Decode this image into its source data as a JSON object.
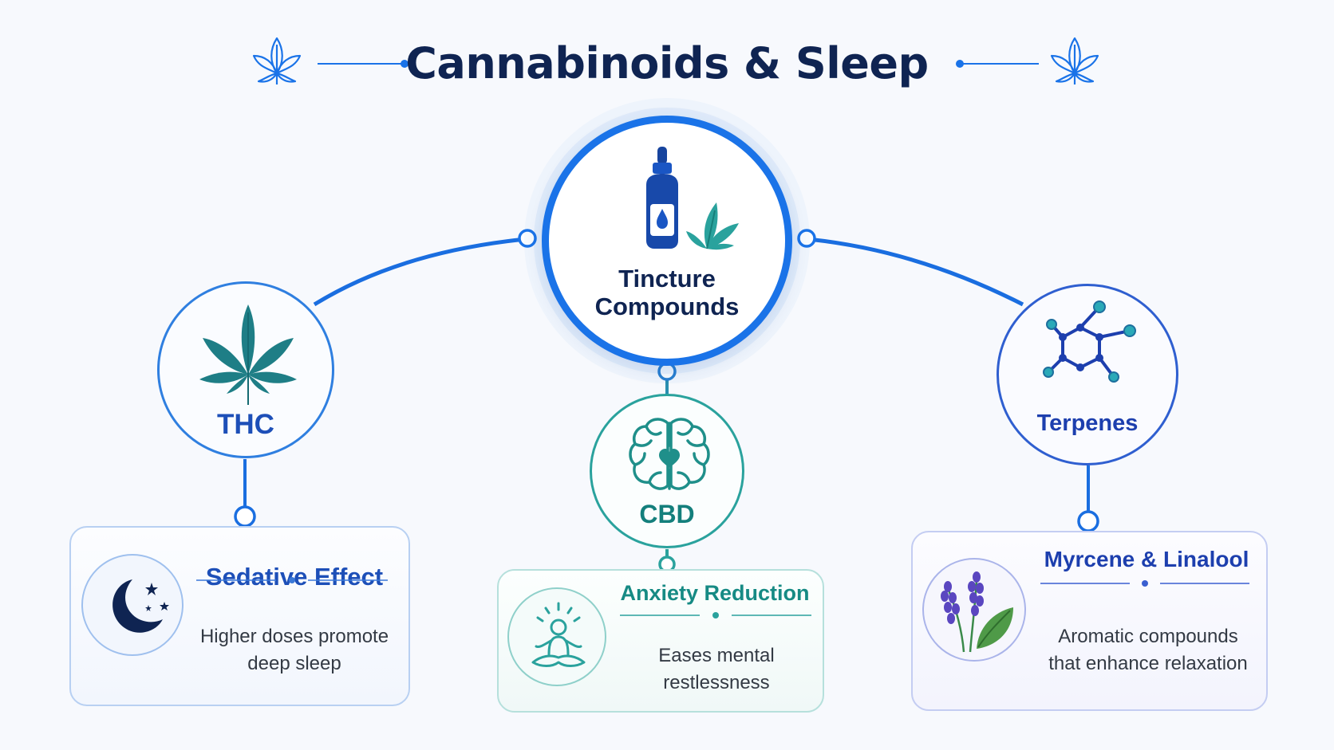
{
  "header": {
    "title": "Cannabinoids & Sleep",
    "accent_color": "#1a73e8",
    "title_color": "#0f2452",
    "left_icon": "cannabis-leaf-icon",
    "right_icon": "cannabis-leaf-icon"
  },
  "hub": {
    "label": "Tincture Compounds",
    "icon": "tincture-bottle-icon",
    "border_color": "#1a73e8"
  },
  "compounds": {
    "thc": {
      "label": "THC",
      "icon": "cannabis-leaf-icon",
      "color": "#2f7fe0"
    },
    "cbd": {
      "label": "CBD",
      "icon": "brain-heart-icon",
      "color": "#2aa29d"
    },
    "terpenes": {
      "label": "Terpenes",
      "icon": "molecule-icon",
      "color": "#2f5fd0"
    }
  },
  "effects": {
    "sedative": {
      "title": "Sedative Effect",
      "description": "Higher doses promote deep sleep",
      "icon": "moon-stars-icon"
    },
    "anxiety": {
      "title": "Anxiety Reduction",
      "description": "Eases mental restlessness",
      "icon": "meditation-icon"
    },
    "myrcene": {
      "title": "Myrcene & Linalool",
      "description": "Aromatic compounds that enhance relaxation",
      "icon": "lavender-icon"
    }
  }
}
